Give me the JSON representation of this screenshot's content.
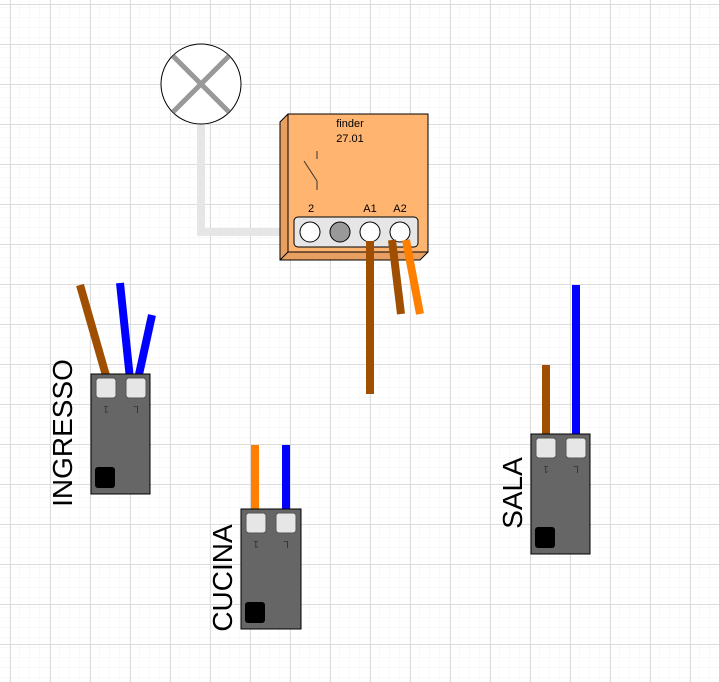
{
  "relay": {
    "brand": "finder",
    "model": "27.01",
    "terminals": [
      "2",
      "A1",
      "A2"
    ]
  },
  "switches": [
    {
      "label": "INGRESSO",
      "terminal_left": "1",
      "terminal_right": "L"
    },
    {
      "label": "CUCINA",
      "terminal_left": "1",
      "terminal_right": "L"
    },
    {
      "label": "SALA",
      "terminal_left": "1",
      "terminal_right": "L"
    }
  ],
  "colors": {
    "brown": "#a04f00",
    "blue": "#0000ff",
    "orange": "#ff8000",
    "gray_wire": "#e6e6e6",
    "relay": "#ffb570",
    "switch_body": "#666666"
  }
}
